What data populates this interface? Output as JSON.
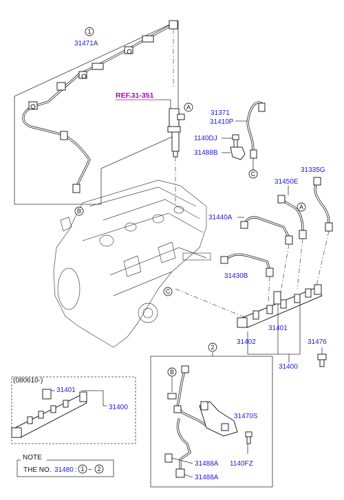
{
  "labels": {
    "p31471A": "31471A",
    "ref": "REF.31-351",
    "p31371": "31371",
    "p31410P": "31410P",
    "p1140DJ": "1140DJ",
    "p31488B": "31488B",
    "p31335G": "31335G",
    "p31450E": "31450E",
    "p31440A": "31440A",
    "p31430B": "31430B",
    "p31401_main": "31401",
    "p31402": "31402",
    "p31476": "31476",
    "p31400_main": "31400",
    "inset_date": "(080610-)",
    "p31401_inset": "31401",
    "p31400_inset": "31400",
    "p31470S": "31470S",
    "p1140FZ": "1140FZ",
    "p31488A_1": "31488A",
    "p31488A_2": "31488A",
    "note_title": "NOTE",
    "note_prefix": "THE NO.",
    "note_num": "31480",
    "note_sep": "~"
  },
  "callouts": {
    "c1_top": "1",
    "c2_top": "2",
    "c1_note": "1",
    "c2_note": "2",
    "a_injector": "A",
    "a_pipe": "A",
    "b_engine": "B",
    "b_inset": "B",
    "c_pipe": "C",
    "c_engine": "C"
  }
}
